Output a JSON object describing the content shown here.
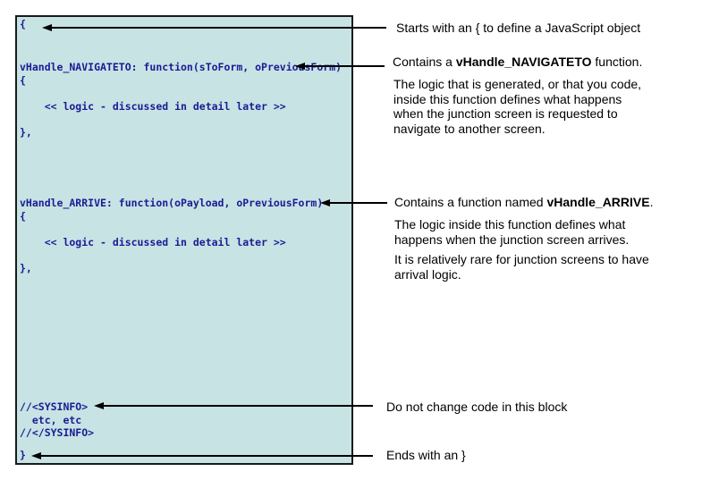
{
  "colors": {
    "code_box_background": "#c7e3e4",
    "code_box_border": "#1a1a1a",
    "code_text": "#1b1b94",
    "annotation_text": "#000000",
    "arrow": "#000000"
  },
  "code_box": {
    "opening_brace": "{",
    "navigateto_block": "vHandle_NAVIGATETO: function(sToForm, oPreviousForm)\n{\n\n    << logic - discussed in detail later >>\n\n},",
    "arrive_block": "vHandle_ARRIVE: function(oPayload, oPreviousForm)\n{\n\n    << logic - discussed in detail later >>\n\n},",
    "sysinfo_block": "//<SYSINFO>\n  etc, etc\n//</SYSINFO>",
    "closing_brace": "}"
  },
  "annotations": {
    "starts_with": "Starts with an { to define a JavaScript object",
    "contains_navigateto": {
      "prefix": "Contains a ",
      "term": "vHandle_NAVIGATETO",
      "suffix": " function."
    },
    "navigateto_detail": "The logic that is generated, or that you code,\ninside this function defines what happens\nwhen the junction screen is requested to\nnavigate to another screen.",
    "contains_arrive": {
      "prefix": "Contains a function named ",
      "term": "vHandle_ARRIVE",
      "suffix": "."
    },
    "arrive_detail": "The logic inside this function defines what\nhappens when the junction screen arrives.",
    "arrive_note": "It is relatively rare for junction screens to have\narrival logic.",
    "sysinfo_note": "Do not change code in this block",
    "ends_with": "Ends with an }"
  }
}
